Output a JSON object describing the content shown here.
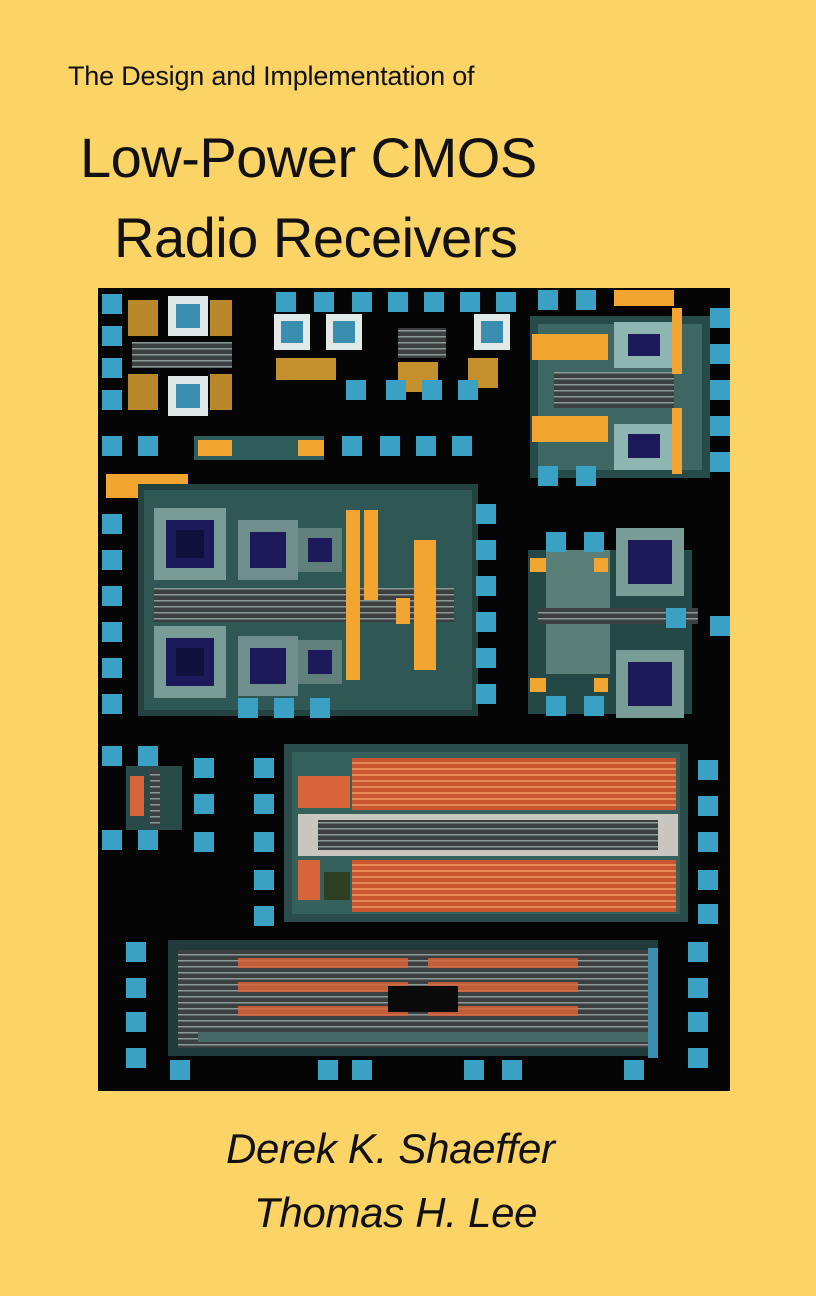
{
  "cover": {
    "subtitle": "The Design and Implementation of",
    "title_line_1": "Low-Power CMOS",
    "title_line_2": "Radio Receivers",
    "authors": [
      "Derek K. Shaeffer",
      "Thomas H. Lee"
    ],
    "colors": {
      "background": "#fbd465",
      "die_background": "#050505",
      "pad": "#3aa1c4",
      "metal_orange": "#f2a531",
      "metal_red": "#d8643a",
      "inductor_core": "#1c1a5a"
    }
  }
}
